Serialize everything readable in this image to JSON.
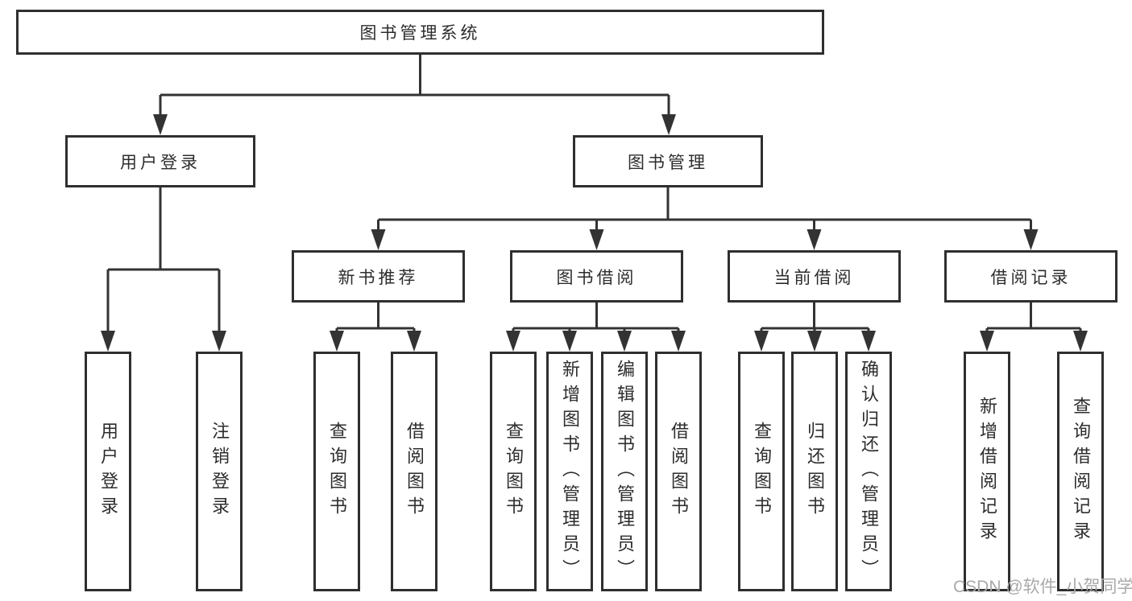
{
  "diagram": {
    "root": {
      "label": "图书管理系统"
    },
    "level2": {
      "user_login": {
        "label": "用户登录"
      },
      "book_management": {
        "label": "图书管理"
      }
    },
    "level3": {
      "new_book_recommend": {
        "label": "新书推荐"
      },
      "book_borrow": {
        "label": "图书借阅"
      },
      "current_borrow": {
        "label": "当前借阅"
      },
      "borrow_records": {
        "label": "借阅记录"
      }
    },
    "leaves": {
      "user_login": [
        {
          "label": "用户登录"
        },
        {
          "label": "注销登录"
        }
      ],
      "new_book_recommend": [
        {
          "label": "查询图书"
        },
        {
          "label": "借阅图书"
        }
      ],
      "book_borrow": [
        {
          "label": "查询图书"
        },
        {
          "label": "新增图书（管理员）"
        },
        {
          "label": "编辑图书（管理员）"
        },
        {
          "label": "借阅图书"
        }
      ],
      "current_borrow": [
        {
          "label": "查询图书"
        },
        {
          "label": "归还图书"
        },
        {
          "label": "确认归还（管理员）"
        }
      ],
      "borrow_records": [
        {
          "label": "新增借阅记录"
        },
        {
          "label": "查询借阅记录"
        }
      ]
    },
    "watermark": "CSDN @软件_小贺同学",
    "colors": {
      "line": "#333333",
      "text": "#2d2d2d",
      "watermark": "#a9a9a9"
    }
  }
}
